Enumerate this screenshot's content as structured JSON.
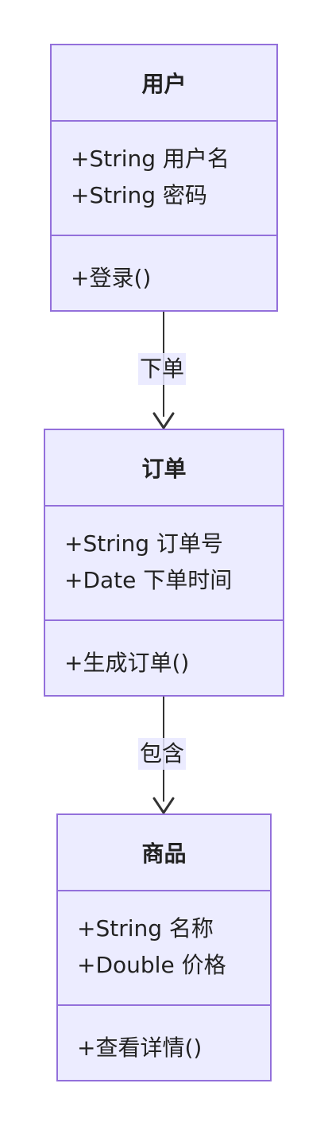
{
  "classes": [
    {
      "title": "用户",
      "attributes": [
        "+String 用户名",
        "+String 密码"
      ],
      "methods": [
        "+登录()"
      ]
    },
    {
      "title": "订单",
      "attributes": [
        "+String 订单号",
        "+Date 下单时间"
      ],
      "methods": [
        "+生成订单()"
      ]
    },
    {
      "title": "商品",
      "attributes": [
        "+String 名称",
        "+Double 价格"
      ],
      "methods": [
        "+查看详情()"
      ]
    }
  ],
  "relations": [
    {
      "from": "用户",
      "to": "订单",
      "label": "下单"
    },
    {
      "from": "订单",
      "to": "商品",
      "label": "包含"
    }
  ],
  "colors": {
    "box_fill": "#ececff",
    "box_border": "#9370db",
    "edge": "#333333",
    "text": "#222222"
  }
}
